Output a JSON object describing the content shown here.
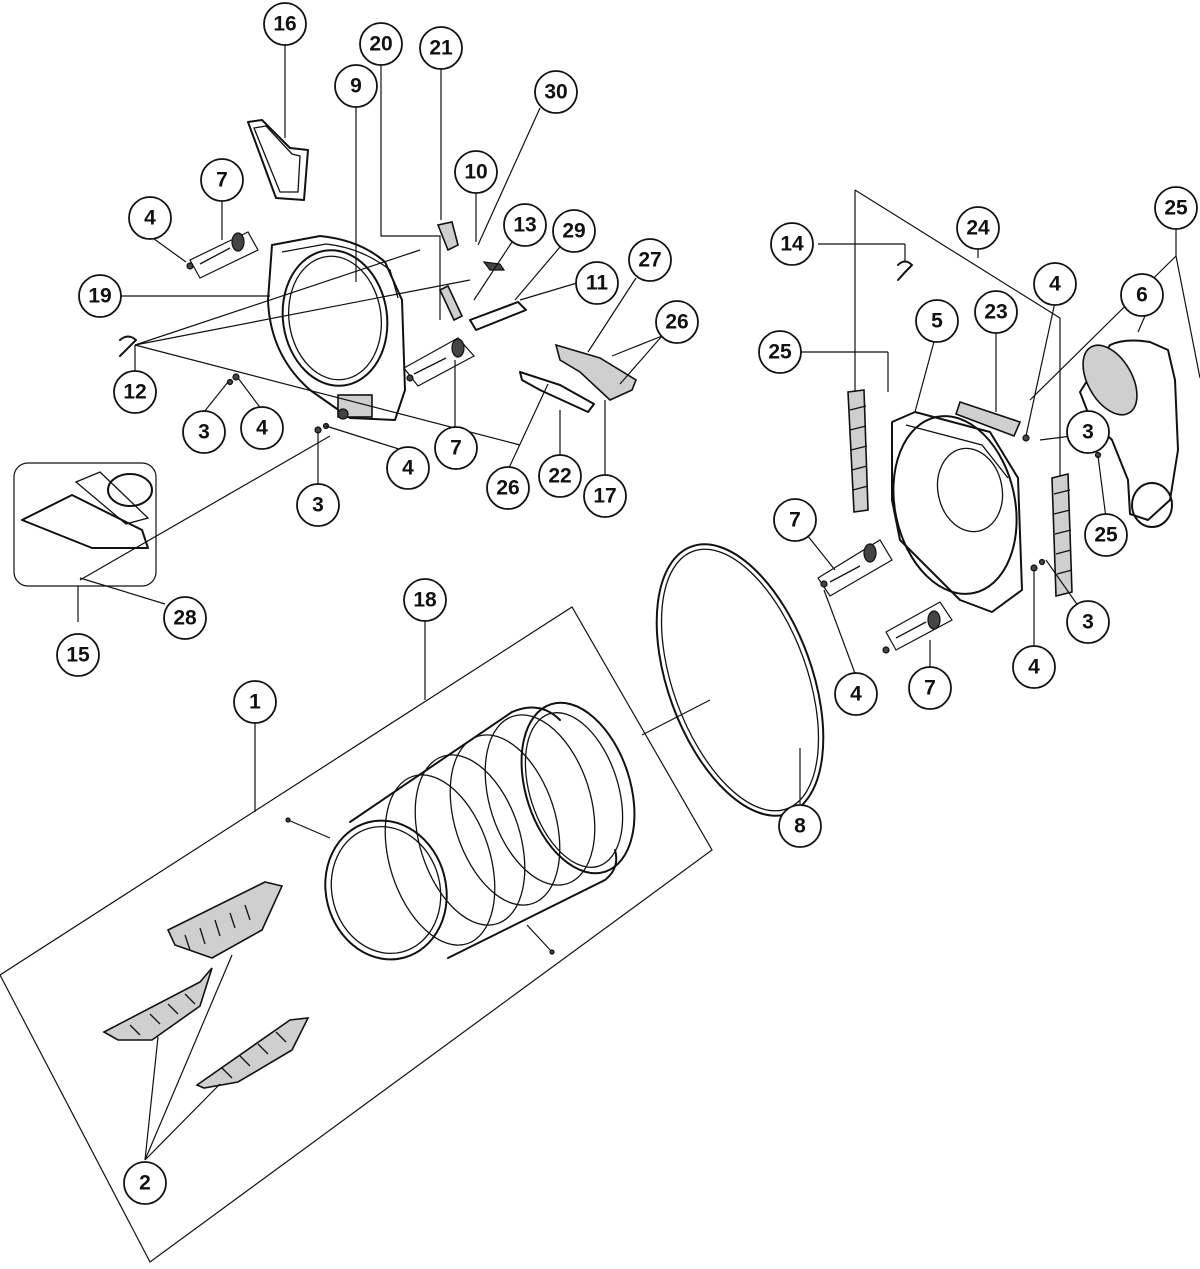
{
  "callouts": [
    {
      "id": "c1",
      "label": "1"
    },
    {
      "id": "c2",
      "label": "2"
    },
    {
      "id": "c3a",
      "label": "3"
    },
    {
      "id": "c3b",
      "label": "3"
    },
    {
      "id": "c3c",
      "label": "3"
    },
    {
      "id": "c3d",
      "label": "3"
    },
    {
      "id": "c4a",
      "label": "4"
    },
    {
      "id": "c4b",
      "label": "4"
    },
    {
      "id": "c4c",
      "label": "4"
    },
    {
      "id": "c4d",
      "label": "4"
    },
    {
      "id": "c4e",
      "label": "4"
    },
    {
      "id": "c4f",
      "label": "4"
    },
    {
      "id": "c5",
      "label": "5"
    },
    {
      "id": "c6",
      "label": "6"
    },
    {
      "id": "c7a",
      "label": "7"
    },
    {
      "id": "c7b",
      "label": "7"
    },
    {
      "id": "c7c",
      "label": "7"
    },
    {
      "id": "c7d",
      "label": "7"
    },
    {
      "id": "c8",
      "label": "8"
    },
    {
      "id": "c9",
      "label": "9"
    },
    {
      "id": "c10",
      "label": "10"
    },
    {
      "id": "c11",
      "label": "11"
    },
    {
      "id": "c12",
      "label": "12"
    },
    {
      "id": "c13",
      "label": "13"
    },
    {
      "id": "c14",
      "label": "14"
    },
    {
      "id": "c15",
      "label": "15"
    },
    {
      "id": "c16",
      "label": "16"
    },
    {
      "id": "c17",
      "label": "17"
    },
    {
      "id": "c18",
      "label": "18"
    },
    {
      "id": "c19",
      "label": "19"
    },
    {
      "id": "c20",
      "label": "20"
    },
    {
      "id": "c21",
      "label": "21"
    },
    {
      "id": "c22",
      "label": "22"
    },
    {
      "id": "c23",
      "label": "23"
    },
    {
      "id": "c24",
      "label": "24"
    },
    {
      "id": "c25a",
      "label": "25"
    },
    {
      "id": "c25b",
      "label": "25"
    },
    {
      "id": "c25c",
      "label": "25"
    },
    {
      "id": "c26a",
      "label": "26"
    },
    {
      "id": "c26b",
      "label": "26"
    },
    {
      "id": "c27",
      "label": "27"
    },
    {
      "id": "c28",
      "label": "28"
    },
    {
      "id": "c29",
      "label": "29"
    },
    {
      "id": "c30",
      "label": "30"
    }
  ]
}
